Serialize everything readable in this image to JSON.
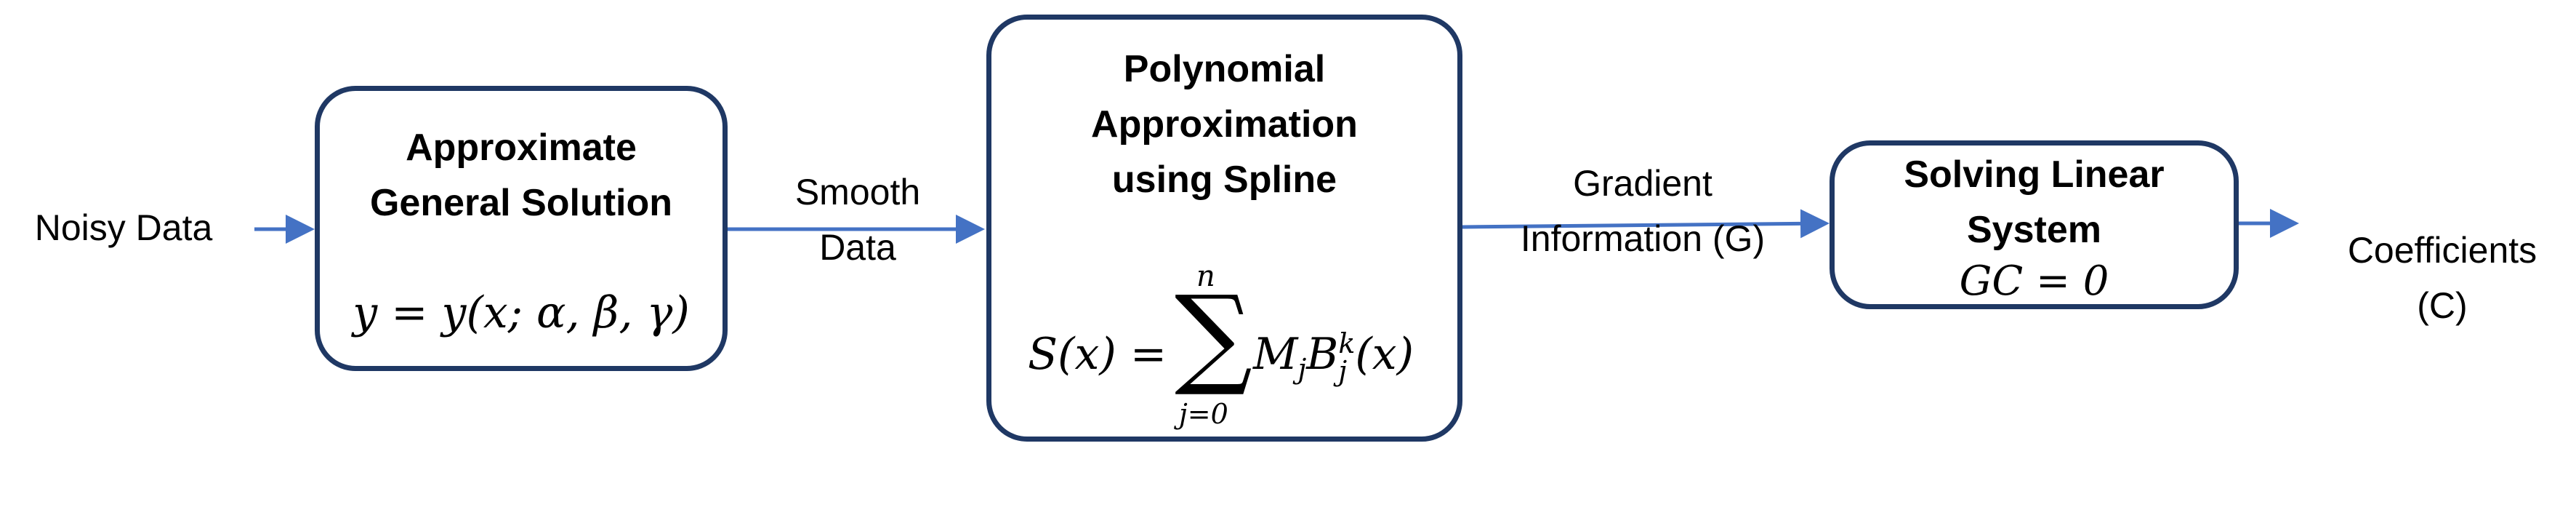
{
  "input_label": "Noisy Data",
  "box1": {
    "title": "Approximate\nGeneral Solution",
    "equation": "y = y(x; α, β, γ)"
  },
  "edge1_label": "Smooth\nData",
  "box2": {
    "title": "Polynomial\nApproximation\nusing Spline",
    "equation_lhs": "S(x) =",
    "sum_upper": "n",
    "sum_lower": "j=0",
    "equation_rhs": "M",
    "rhs_sub1": "j",
    "rhs_B": "B",
    "rhs_sup": "k",
    "rhs_sub2": "j",
    "rhs_tail": "(x)"
  },
  "edge2_label": "Gradient\nInformation (G)",
  "box3": {
    "title": "Solving Linear\nSystem",
    "equation": "GC = 0"
  },
  "output_label": "Coefficients\n(C)",
  "colors": {
    "box_border": "#1f3864",
    "arrow": "#4472c4"
  }
}
